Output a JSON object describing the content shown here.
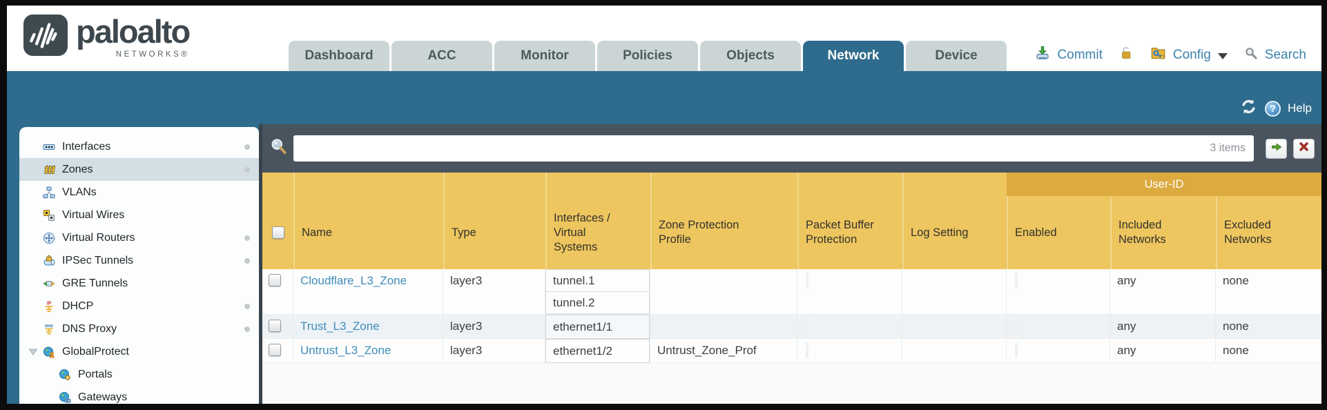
{
  "header": {
    "brand": {
      "name": "paloalto",
      "subtitle": "NETWORKS®",
      "logo_icon": "paloalto-logo-icon"
    },
    "tabs": [
      {
        "label": "Dashboard",
        "active": false
      },
      {
        "label": "ACC",
        "active": false
      },
      {
        "label": "Monitor",
        "active": false
      },
      {
        "label": "Policies",
        "active": false
      },
      {
        "label": "Objects",
        "active": false
      },
      {
        "label": "Network",
        "active": true
      },
      {
        "label": "Device",
        "active": false
      }
    ],
    "quick_actions": {
      "commit_label": "Commit",
      "config_label": "Config",
      "search_label": "Search",
      "icons": [
        "commit-icon",
        "lock-icon",
        "config-icon",
        "caret-down-icon",
        "search-icon"
      ]
    }
  },
  "banner": {
    "help_label": "Help",
    "icons": [
      "refresh-icon",
      "help-icon"
    ]
  },
  "sidebar": {
    "items": [
      {
        "label": "Interfaces",
        "icon": "interfaces-icon",
        "dot": true,
        "selected": false
      },
      {
        "label": "Zones",
        "icon": "zones-icon",
        "dot": true,
        "selected": true
      },
      {
        "label": "VLANs",
        "icon": "vlans-icon",
        "dot": false,
        "selected": false
      },
      {
        "label": "Virtual Wires",
        "icon": "virtual-wires-icon",
        "dot": false,
        "selected": false
      },
      {
        "label": "Virtual Routers",
        "icon": "virtual-routers-icon",
        "dot": true,
        "selected": false
      },
      {
        "label": "IPSec Tunnels",
        "icon": "ipsec-tunnels-icon",
        "dot": true,
        "selected": false
      },
      {
        "label": "GRE Tunnels",
        "icon": "gre-tunnels-icon",
        "dot": false,
        "selected": false
      },
      {
        "label": "DHCP",
        "icon": "dhcp-icon",
        "dot": true,
        "selected": false
      },
      {
        "label": "DNS Proxy",
        "icon": "dns-proxy-icon",
        "dot": true,
        "selected": false
      },
      {
        "label": "GlobalProtect",
        "icon": "globalprotect-icon",
        "dot": false,
        "selected": false,
        "expanded": true,
        "children": [
          {
            "label": "Portals",
            "icon": "portals-icon"
          },
          {
            "label": "Gateways",
            "icon": "gateways-icon"
          }
        ]
      }
    ]
  },
  "toolbar": {
    "search_value": "",
    "items_count": "3 items",
    "icons": [
      "filter-search-icon",
      "apply-filter-icon",
      "clear-filter-icon"
    ]
  },
  "table": {
    "group_header": "User-ID",
    "columns": [
      "Name",
      "Type",
      "Interfaces / Virtual Systems",
      "Zone Protection Profile",
      "Packet Buffer Protection",
      "Log Setting",
      "Enabled",
      "Included Networks",
      "Excluded Networks"
    ],
    "rows": [
      {
        "name": "Cloudflare_L3_Zone",
        "type": "layer3",
        "interfaces": [
          "tunnel.1",
          "tunnel.2"
        ],
        "zone_protection_profile": "",
        "packet_buffer_protection_checked": false,
        "log_setting": "",
        "user_id_enabled_checked": false,
        "included_networks": "any",
        "excluded_networks": "none"
      },
      {
        "name": "Trust_L3_Zone",
        "type": "layer3",
        "interfaces": [
          "ethernet1/1"
        ],
        "zone_protection_profile": "",
        "packet_buffer_protection_checked": false,
        "log_setting": "",
        "user_id_enabled_checked": false,
        "included_networks": "any",
        "excluded_networks": "none"
      },
      {
        "name": "Untrust_L3_Zone",
        "type": "layer3",
        "interfaces": [
          "ethernet1/2"
        ],
        "zone_protection_profile": "Untrust_Zone_Prof",
        "packet_buffer_protection_checked": false,
        "log_setting": "",
        "user_id_enabled_checked": false,
        "included_networks": "any",
        "excluded_networks": "none"
      }
    ]
  },
  "colors": {
    "teal": "#2e6b8c",
    "toolbar_slate": "#49545e",
    "header_gold": "#edc65f",
    "group_gold": "#dcaa3f",
    "link_blue": "#3e8cb8",
    "action_blue": "#3b83ab"
  }
}
